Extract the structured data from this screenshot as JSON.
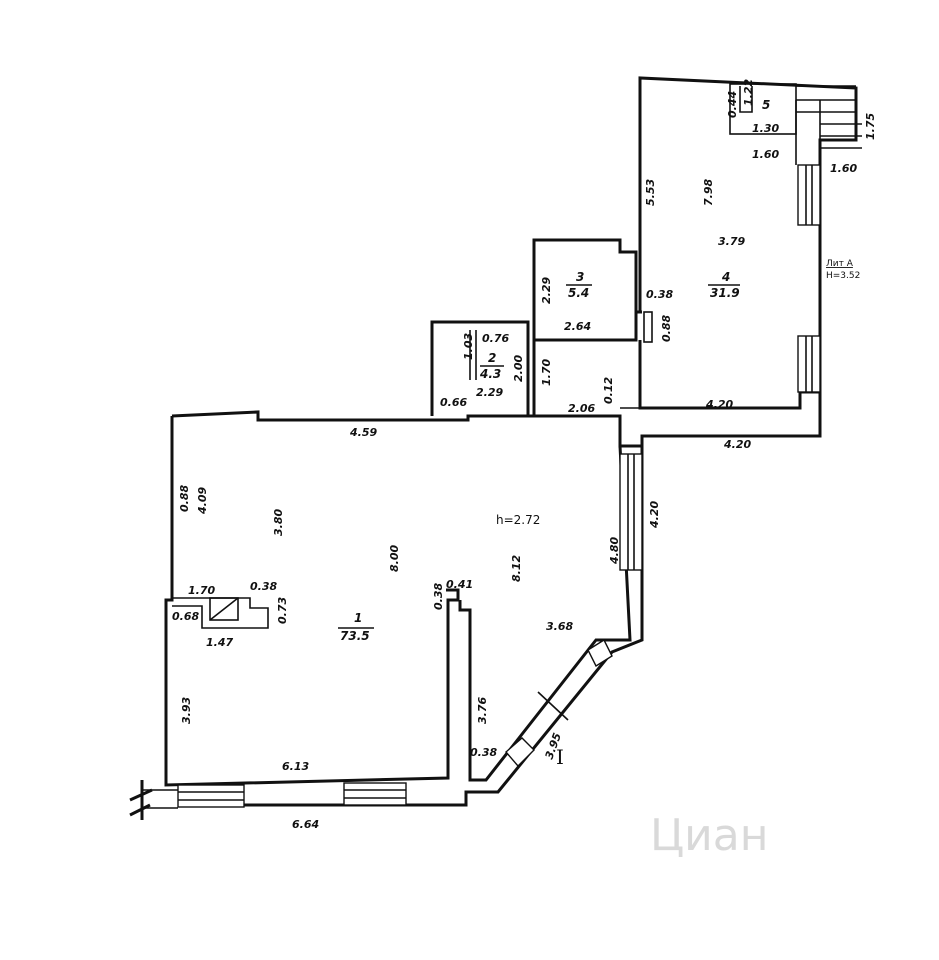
{
  "rooms": [
    {
      "number": "1",
      "area": "73.5"
    },
    {
      "number": "2",
      "area": "4.3"
    },
    {
      "number": "3",
      "area": "5.4"
    },
    {
      "number": "4",
      "area": "31.9"
    },
    {
      "number": "5",
      "area": ""
    }
  ],
  "ceiling_height": "h=2.72",
  "literal": {
    "name": "Лит А",
    "height": "Н=3.52"
  },
  "section_mark": "I",
  "watermark": "Циан",
  "dimensions": {
    "d_1_30": "1.30",
    "d_1_22": "1.22",
    "d_0_44": "0.44",
    "d_1_60a": "1.60",
    "d_1_60b": "1.60",
    "d_1_75": "1.75",
    "d_7_98": "7.98",
    "d_5_53": "5.53",
    "d_3_79": "3.79",
    "d_2_29a": "2.29",
    "d_0_38a": "0.38",
    "d_2_64": "2.64",
    "d_0_88a": "0.88",
    "d_1_03": "1.03",
    "d_0_76": "0.76",
    "d_2_00": "2.00",
    "d_1_70a": "1.70",
    "d_2_29b": "2.29",
    "d_0_66": "0.66",
    "d_2_06": "2.06",
    "d_0_12": "0.12",
    "d_4_20a": "4.20",
    "d_4_20b": "4.20",
    "d_4_59": "4.59",
    "d_4_20c": "4.20",
    "d_0_88b": "0.88",
    "d_4_09": "4.09",
    "d_3_80": "3.80",
    "d_8_00": "8.00",
    "d_8_12": "8.12",
    "d_4_80": "4.80",
    "d_1_70b": "1.70",
    "d_0_38b": "0.38",
    "d_0_73": "0.73",
    "d_0_68": "0.68",
    "d_1_47": "1.47",
    "d_0_38c": "0.38",
    "d_0_41": "0.41",
    "d_3_68": "3.68",
    "d_3_93": "3.93",
    "d_3_76": "3.76",
    "d_0_38d": "0.38",
    "d_3_95": "3.95",
    "d_6_13": "6.13",
    "d_6_64": "6.64"
  }
}
